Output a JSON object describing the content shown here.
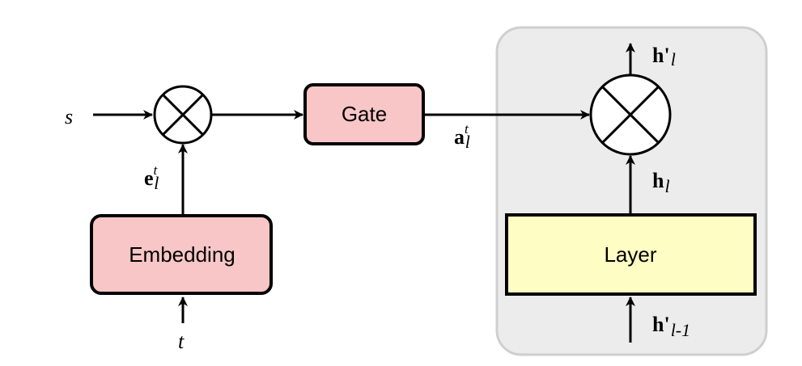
{
  "colors": {
    "pink_box": "#f8c6c6",
    "yellow_box": "#fdfdc4",
    "panel_bg": "#ececec",
    "panel_border": "#cfcfcf",
    "stroke": "#000000"
  },
  "inputs": {
    "s": "s",
    "t": "t"
  },
  "boxes": {
    "gate": "Gate",
    "embedding": "Embedding",
    "layer": "Layer"
  },
  "labels": {
    "e": {
      "base": "e",
      "sup": "t",
      "sub": "l"
    },
    "a": {
      "base": "a",
      "sup": "t",
      "sub": "l"
    },
    "h_out": {
      "base": "h'",
      "sub": "l"
    },
    "h": {
      "base": "h",
      "sub": "l"
    },
    "h_in": {
      "base": "h'",
      "sub": "l-1"
    }
  },
  "icons": [
    "multiply-circle-icon",
    "multiply-circle-icon"
  ]
}
